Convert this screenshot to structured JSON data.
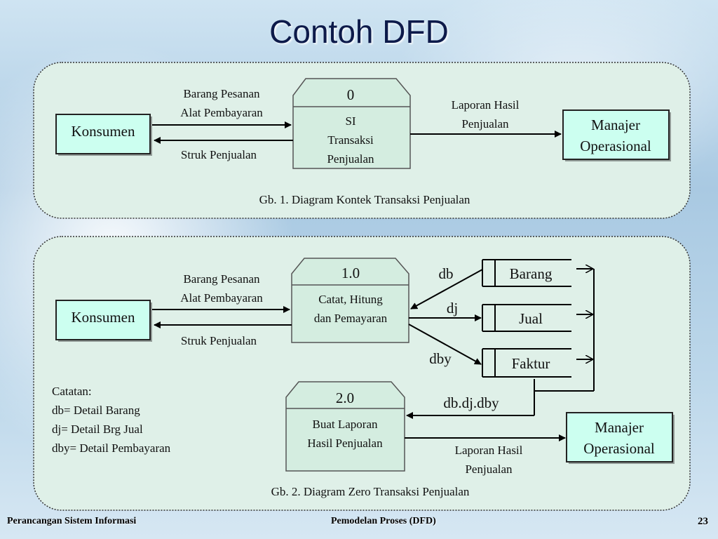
{
  "title": "Contoh DFD",
  "diagram1": {
    "entity_left": "Konsumen",
    "process_number": "0",
    "process_label": [
      "SI",
      "Transaksi",
      "Penjualan"
    ],
    "entity_right": [
      "Manajer",
      "Operasional"
    ],
    "flow_in": [
      "Barang Pesanan",
      "Alat Pembayaran"
    ],
    "flow_out": "Struk Penjualan",
    "flow_report": [
      "Laporan Hasil",
      "Penjualan"
    ],
    "caption": "Gb. 1. Diagram Kontek Transaksi Penjualan"
  },
  "diagram2": {
    "entity_left": "Konsumen",
    "process1_number": "1.0",
    "process1_label": [
      "Catat, Hitung",
      "dan Pemayaran"
    ],
    "process2_number": "2.0",
    "process2_label": [
      "Buat Laporan",
      "Hasil Penjualan"
    ],
    "flow_in": [
      "Barang Pesanan",
      "Alat Pembayaran"
    ],
    "flow_out": "Struk Penjualan",
    "stores": [
      "Barang",
      "Jual",
      "Faktur"
    ],
    "flow_db": "db",
    "flow_dj": "dj",
    "flow_dby": "dby",
    "flow_combined": "db.dj.dby",
    "entity_right": [
      "Manajer",
      "Operasional"
    ],
    "flow_report": [
      "Laporan Hasil",
      "Penjualan"
    ],
    "notes": [
      "Catatan:",
      "db= Detail Barang",
      "dj= Detail Brg Jual",
      "dby= Detail Pembayaran"
    ],
    "caption": "Gb. 2. Diagram Zero Transaksi Penjualan"
  },
  "footer": {
    "left": "Perancangan Sistem Informasi",
    "center": "Pemodelan Proses  (DFD)",
    "page": "23"
  },
  "colors": {
    "panel": "#dff0e8",
    "entity": "#ccfff0",
    "process": "#d4ede0",
    "title": "#0d1a4a"
  }
}
